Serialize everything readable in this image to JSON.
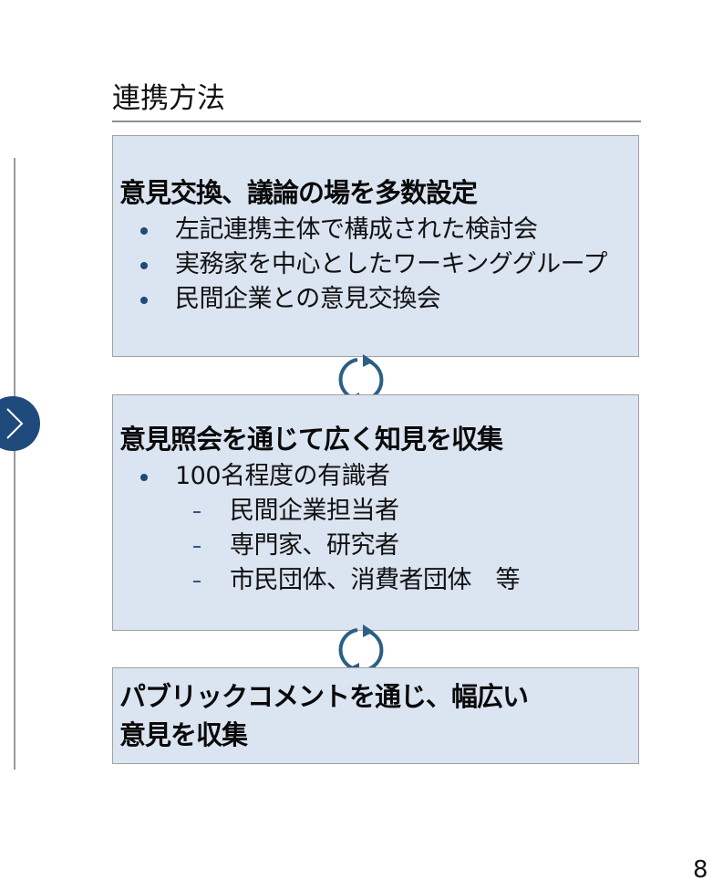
{
  "slide": {
    "title": "連携方法",
    "page_number": "8",
    "accent_color": "#1f4a7c",
    "box_fill_color": "#dbe4f1",
    "cycle_arrow_color": "#2b5f84"
  },
  "navigation": {
    "next_icon": "chevron-right-icon"
  },
  "boxes": [
    {
      "heading": "意見交換、議論の場を多数設定",
      "items": [
        {
          "text": "左記連携主体で構成された検討会"
        },
        {
          "text": "実務家を中心としたワーキンググループ"
        },
        {
          "text": "民間企業との意見交換会"
        }
      ]
    },
    {
      "heading": "意見照会を通じて広く知見を収集",
      "items": [
        {
          "text": "100名程度の有識者",
          "subitems": [
            {
              "text": "民間企業担当者"
            },
            {
              "text": "専門家、研究者"
            },
            {
              "text": "市民団体、消費者団体　等"
            }
          ]
        }
      ]
    },
    {
      "heading_line1": "パブリックコメントを通じ、幅広い",
      "heading_line2": "意見を収集"
    }
  ],
  "connectors": [
    {
      "icon": "cycle-arrows-icon"
    },
    {
      "icon": "cycle-arrows-icon"
    }
  ]
}
